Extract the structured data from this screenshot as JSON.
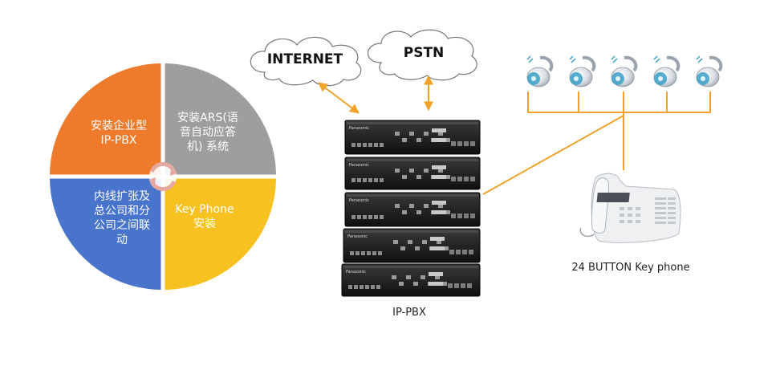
{
  "quadrants": [
    {
      "text": "安装企业型\nIP-PBX",
      "color": "#ee7b2c"
    },
    {
      "text": "安装ARS(语\n音自动应答\n机) 系统",
      "color": "#9e9e9e"
    },
    {
      "text": "内线扩张及\n总公司和分\n公司之间联\n动",
      "color": "#4874cb"
    },
    {
      "text": "Key Phone\n安装",
      "color": "#f7c21f"
    }
  ],
  "clouds": {
    "internet": "INTERNET",
    "pstn": "PSTN"
  },
  "pbx": {
    "label": "IP-PBX",
    "unit_brand": "Panasonic",
    "unit_count": 5
  },
  "phone": {
    "label": "24 BUTTON Key phone"
  },
  "handsets": {
    "count": 5
  },
  "colors": {
    "line": "#f0a22a",
    "cloud_stroke": "#777777",
    "unit_body": "#1a1a1a"
  }
}
